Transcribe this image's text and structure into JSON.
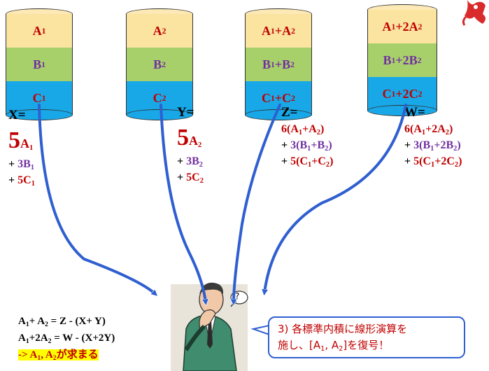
{
  "stacks": [
    {
      "a": [
        "A",
        "1",
        ""
      ],
      "b": [
        "B",
        "1",
        ""
      ],
      "c": [
        "C",
        "1",
        ""
      ]
    },
    {
      "a": [
        "A",
        "2",
        ""
      ],
      "b": [
        "B",
        "2",
        ""
      ],
      "c": [
        "C",
        "2",
        ""
      ]
    },
    {
      "a": [
        "A",
        "1",
        "+A",
        "2"
      ],
      "b": [
        "B",
        "1",
        "+B",
        "2"
      ],
      "c": [
        "C",
        "1",
        "+C",
        "2"
      ]
    },
    {
      "a": [
        "A",
        "1",
        "+2A",
        "2"
      ],
      "b": [
        "B",
        "1",
        "+2B",
        "2"
      ],
      "c": [
        "C",
        "1",
        "+2C",
        "2"
      ]
    }
  ],
  "formulas": {
    "x": {
      "name": "X=",
      "coef1": "5",
      "t1": "A",
      "t1s": "1",
      "p2": "+ ",
      "coef2": "3B",
      "t2s": "1",
      "p3": "+ ",
      "coef3": "5C",
      "t3s": "1"
    },
    "y": {
      "name": "Y=",
      "coef1": "5",
      "t1": "A",
      "t1s": "2",
      "p2": "+ ",
      "coef2": "3B",
      "t2s": "2",
      "p3": "+ ",
      "coef3": "5C",
      "t3s": "2"
    },
    "z": {
      "name": "Z=",
      "l1a": "6(A",
      "l1s1": "1",
      "l1b": "+A",
      "l1s2": "2",
      "l1c": ")",
      "l2a": "3(B",
      "l2s1": "1",
      "l2b": "+B",
      "l2s2": "2",
      "l2c": ")",
      "l3a": "5(C",
      "l3s1": "1",
      "l3b": "+C",
      "l3s2": "2",
      "l3c": ")"
    },
    "w": {
      "name": "W=",
      "l1a": "6(A",
      "l1s1": "1",
      "l1b": "+2A",
      "l1s2": "2",
      "l1c": ")",
      "l2a": "3(B",
      "l2s1": "1",
      "l2b": "+2B",
      "l2s2": "2",
      "l2c": ")",
      "l3a": "5(C",
      "l3s1": "1",
      "l3b": "+2C",
      "l3s2": "2",
      "l3c": ")"
    }
  },
  "bottom": {
    "eq1_a": "A",
    "eq1_s1": "1",
    "eq1_b": "+  A",
    "eq1_s2": "2",
    "eq1_c": " =  Z - (X+  Y)",
    "eq2_a": "A",
    "eq2_s1": "1",
    "eq2_b": "+2A",
    "eq2_s2": "2",
    "eq2_c": " = W - (X+2Y)",
    "res_a": "-> A",
    "res_s1": "1",
    "res_b": ", A",
    "res_s2": "2",
    "res_c": "が求まる"
  },
  "callout": {
    "line1": "3) 各標準内積に線形演算を",
    "line2_a": "施し、[A",
    "line2_s1": "1",
    "line2_b": ", A",
    "line2_s2": "2",
    "line2_c": "]を復号！"
  },
  "thinker_bubble": "?",
  "colors": {
    "layer_a": "#fbe3a0",
    "layer_b": "#a8d06a",
    "layer_c": "#18a8e8",
    "arrow": "#2f5fd0",
    "text_red": "#c00000",
    "text_purple": "#7030a0"
  }
}
